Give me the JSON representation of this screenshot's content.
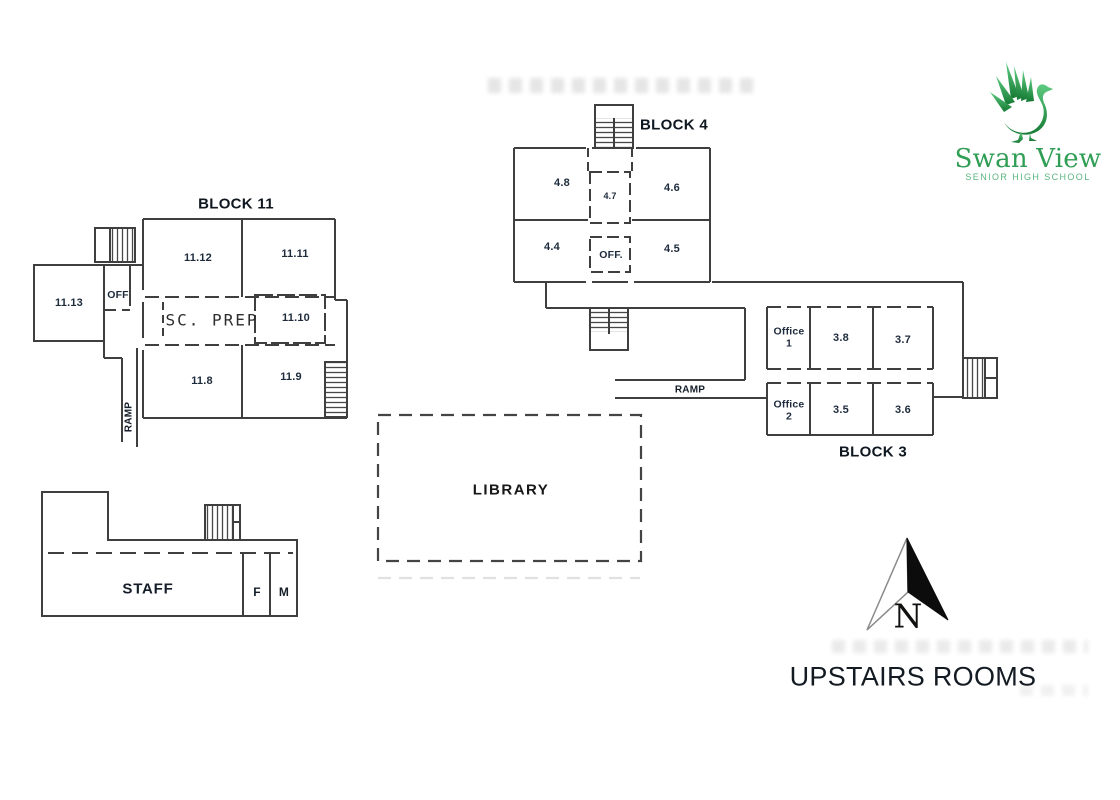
{
  "title": {
    "label": "UPSTAIRS ROOMS"
  },
  "compass": {
    "label": "N"
  },
  "logo": {
    "name": "Swan View",
    "subtitle": "SENIOR HIGH SCHOOL"
  },
  "library": {
    "label": "LIBRARY"
  },
  "staff": {
    "label": "STAFF",
    "female": "F",
    "male": "M"
  },
  "block11": {
    "label": "BLOCK 11",
    "room_1112": "11.12",
    "room_1111": "11.11",
    "room_1113": "11.13",
    "office": "OFF",
    "sc_prep": "SC. PREP",
    "room_1110": "11.10",
    "room_118": "11.8",
    "room_119": "11.9",
    "ramp": "RAMP"
  },
  "block4": {
    "label": "BLOCK 4",
    "room_48": "4.8",
    "room_47": "4.7",
    "room_46": "4.6",
    "room_44": "4.4",
    "office": "OFF.",
    "room_45": "4.5"
  },
  "mid_corridor": {
    "ramp": "RAMP"
  },
  "block3": {
    "label": "BLOCK 3",
    "office1_line1": "Office",
    "office1_line2": "1",
    "room_38": "3.8",
    "room_37": "3.7",
    "office2_line1": "Office",
    "office2_line2": "2",
    "room_35": "3.5",
    "room_36": "3.6"
  },
  "colors": {
    "wall": "#3f3f3f",
    "label_text": "#1e2b3c",
    "logo_green": "#2f9e54",
    "logo_green_light": "#5ecb81",
    "logo_green_dark": "#157a33"
  }
}
